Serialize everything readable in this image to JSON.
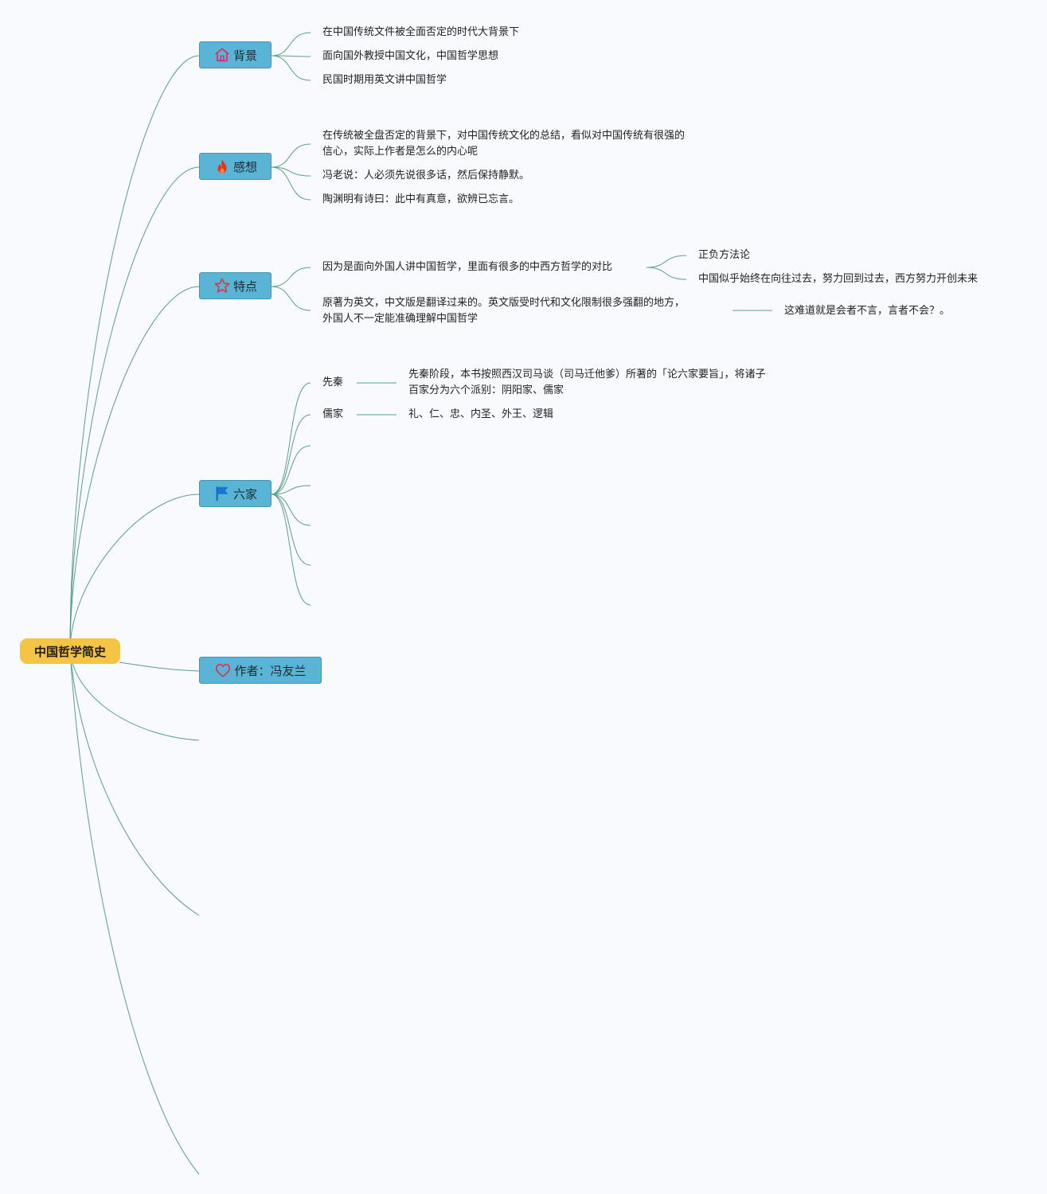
{
  "colors": {
    "root": "#f6c445",
    "topic": "#5ab4d6",
    "connector": "#5a9e8a",
    "background": "#f8fafe"
  },
  "root": {
    "label": "中国哲学简史"
  },
  "topics": {
    "background": {
      "label": "背景",
      "icon": "home-icon",
      "items": [
        "在中国传统文件被全面否定的时代大背景下",
        "面向国外教授中国文化，中国哲学思想",
        "民国时期用英文讲中国哲学"
      ]
    },
    "thoughts": {
      "label": "感想",
      "icon": "fire-icon",
      "items": [
        [
          "在传统被全盘否定的背景下，对中国传统文化的总结，看似对中国传统有很强的",
          "信心，实际上作者是怎么的内心呢"
        ],
        "冯老说：人必须先说很多话，然后保持静默。",
        "陶渊明有诗曰：此中有真意，欲辨已忘言。"
      ]
    },
    "features": {
      "label": "特点",
      "icon": "star-icon",
      "items": [
        {
          "text": "因为是面向外国人讲中国哲学，里面有很多的中西方哲学的对比",
          "children": [
            "正负方法论",
            "中国似乎始终在向往过去，努力回到过去，西方努力开创未来"
          ]
        },
        {
          "text": [
            "原著为英文，中文版是翻译过来的。英文版受时代和文化限制很多强翻的地方，",
            "外国人不一定能准确理解中国哲学"
          ],
          "children": [
            "这难道就是会者不言，言者不会？。"
          ]
        }
      ]
    },
    "six_schools": {
      "label": "六家",
      "icon": "flag-icon",
      "items": [
        {
          "text": "先秦",
          "detail": [
            "先秦阶段，本书按照西汉司马谈（司马迁他爹）所著的「论六家要旨」，将诸子",
            "百家分为六个派别：阴阳家、儒家"
          ]
        },
        {
          "text": "儒家",
          "detail": "礼、仁、忠、内圣、外王、逻辑"
        }
      ]
    },
    "author": {
      "label": "作者：冯友兰",
      "icon": "heart-icon"
    }
  }
}
